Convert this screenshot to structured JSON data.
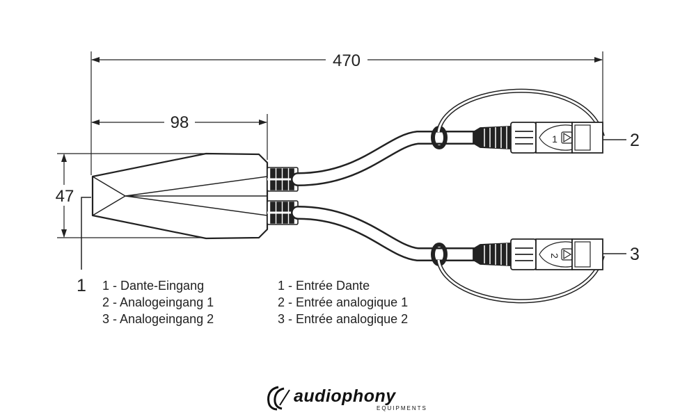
{
  "dimensions": {
    "total_length": "470",
    "box_length": "98",
    "box_height": "47"
  },
  "callouts": {
    "c1": "1",
    "c2": "2",
    "c3": "3"
  },
  "connector_markings": {
    "c1": "1",
    "c2": "2"
  },
  "legend_de": [
    "1 - Dante-Eingang",
    "2 - Analogeingang 1",
    "3 - Analogeingang 2"
  ],
  "legend_fr": [
    "1 - Entrée Dante",
    "2 - Entrée analogique 1",
    "3 - Entrée analogique 2"
  ],
  "brand": {
    "name": "audiophony",
    "subtitle": "EQUIPMENTS"
  }
}
